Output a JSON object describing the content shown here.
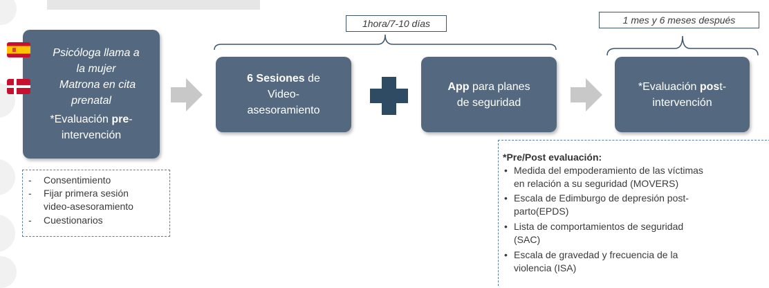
{
  "colors": {
    "box_fill": "#54697f",
    "arrow": "#c8c8c8",
    "plus": "#2f4a63",
    "dash_border": "#5b7fa3"
  },
  "box1": {
    "line1": "Psicóloga llama a",
    "line2": "la mujer",
    "line3": "Matrona en cita",
    "line4": "prenatal",
    "line5_pre": "*Evaluación ",
    "line5_bold": "pre",
    "line5_post": "-",
    "line6": "intervención"
  },
  "flags": [
    "spain-flag-icon",
    "denmark-flag-icon"
  ],
  "list_a": {
    "items": [
      {
        "bullet": "-",
        "lines": [
          "Consentimiento"
        ]
      },
      {
        "bullet": "-",
        "lines": [
          "Fijar primera sesión",
          "video-asesoramiento"
        ]
      },
      {
        "bullet": "-",
        "lines": [
          "Cuestionarios"
        ]
      }
    ]
  },
  "box2": {
    "bold": "6 Sesiones",
    "rest1": " de",
    "line2": "Video-",
    "line3": "asesoramiento"
  },
  "box3": {
    "bold": "App",
    "rest1": " para planes",
    "line2": "de seguridad"
  },
  "box4": {
    "pre": "*Evaluación ",
    "bold": "pos",
    "post": "t-",
    "line2": "intervención"
  },
  "time_labels": {
    "middle": "1hora/7-10 días",
    "right": "1 mes y 6 meses después"
  },
  "eval_panel": {
    "title": "*Pre/Post evaluación:",
    "bullets": [
      [
        "Medida del empoderamiento de las víctimas",
        "en relación a su seguridad (MOVERS)"
      ],
      [
        "Escala de Edimburgo de depresión post-",
        "parto(EPDS)"
      ],
      [
        "Lista de comportamientos de seguridad",
        "(SAC)"
      ],
      [
        "Escala de gravedad y frecuencia de la",
        "violencia (ISA)"
      ]
    ]
  },
  "icons": {
    "arrow": "right-arrow-icon",
    "plus": "plus-icon"
  }
}
